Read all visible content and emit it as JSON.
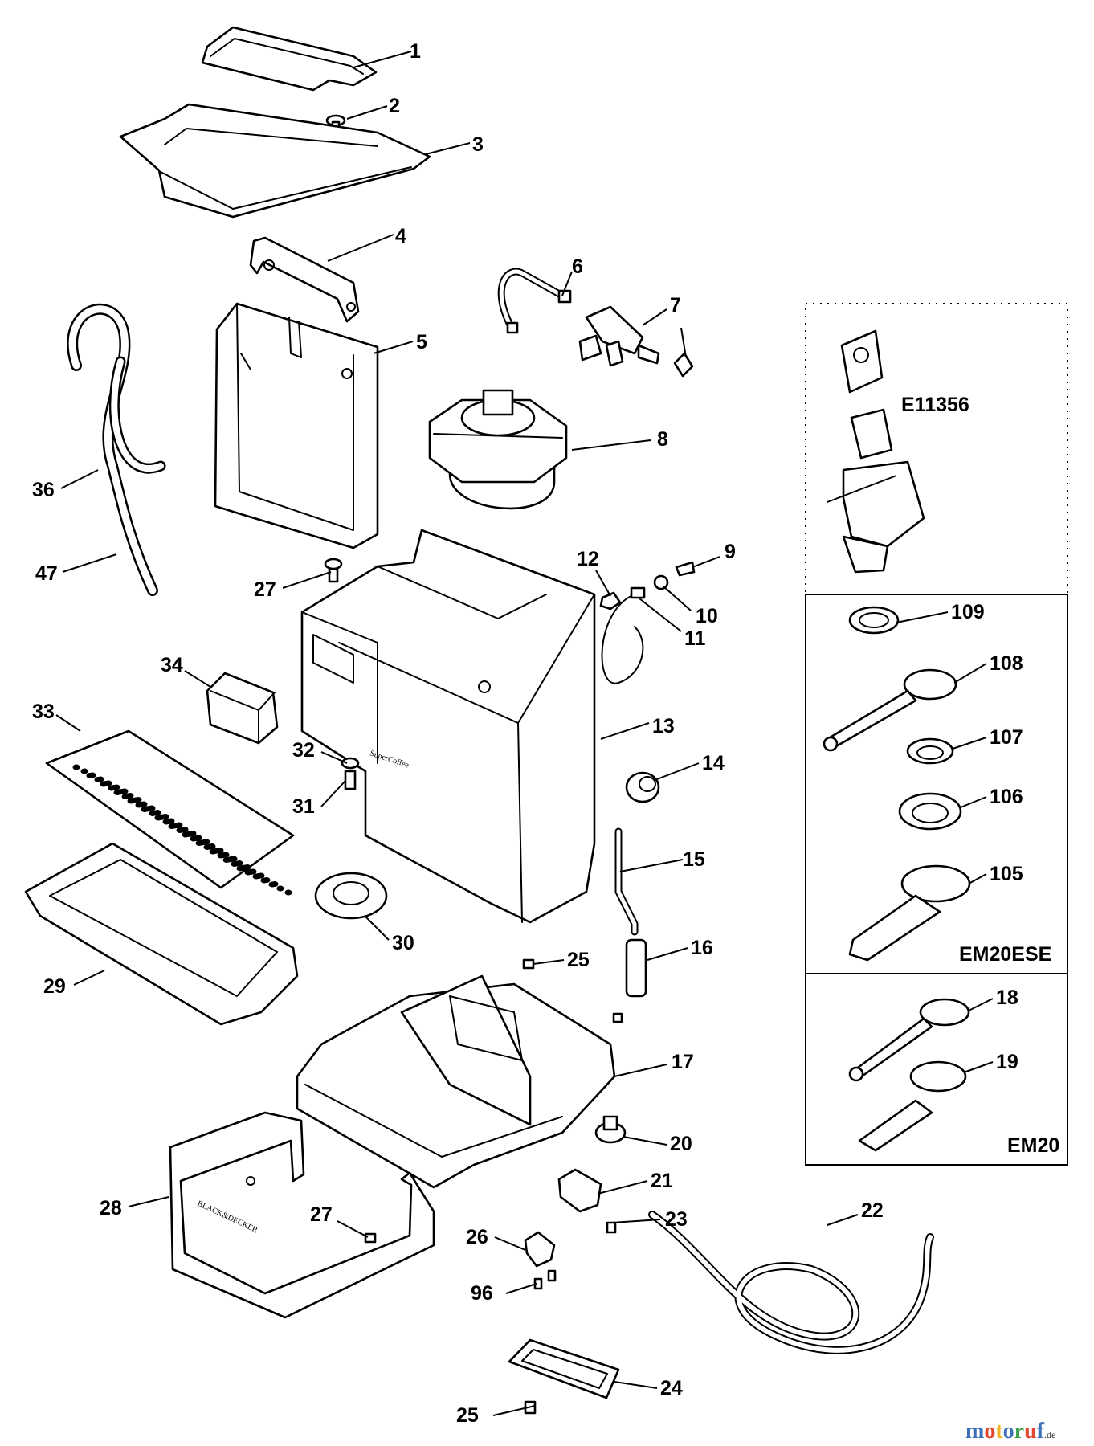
{
  "diagram": {
    "labels": [
      "1",
      "2",
      "3",
      "4",
      "5",
      "6",
      "7",
      "8",
      "9",
      "10",
      "11",
      "12",
      "13",
      "14",
      "15",
      "16",
      "17",
      "18",
      "19",
      "20",
      "21",
      "22",
      "23",
      "24",
      "25",
      "25",
      "26",
      "27",
      "27",
      "28",
      "29",
      "30",
      "31",
      "32",
      "33",
      "34",
      "36",
      "47",
      "96",
      "105",
      "106",
      "107",
      "108",
      "109",
      "E11356",
      "EM20ESE",
      "EM20"
    ],
    "printed_text": {
      "body_brand": "SuperCoffee",
      "base_brand": "BLACK&DECKER"
    }
  },
  "watermark": {
    "text_main": "motoruf",
    "text_tld": ".de",
    "colors": {
      "m": "#3b6fb6",
      "o1": "#e2462f",
      "t": "#f0b323",
      "o2": "#3b6fb6",
      "r": "#3aa04a",
      "u": "#e2462f",
      "f": "#3b6fb6"
    }
  }
}
